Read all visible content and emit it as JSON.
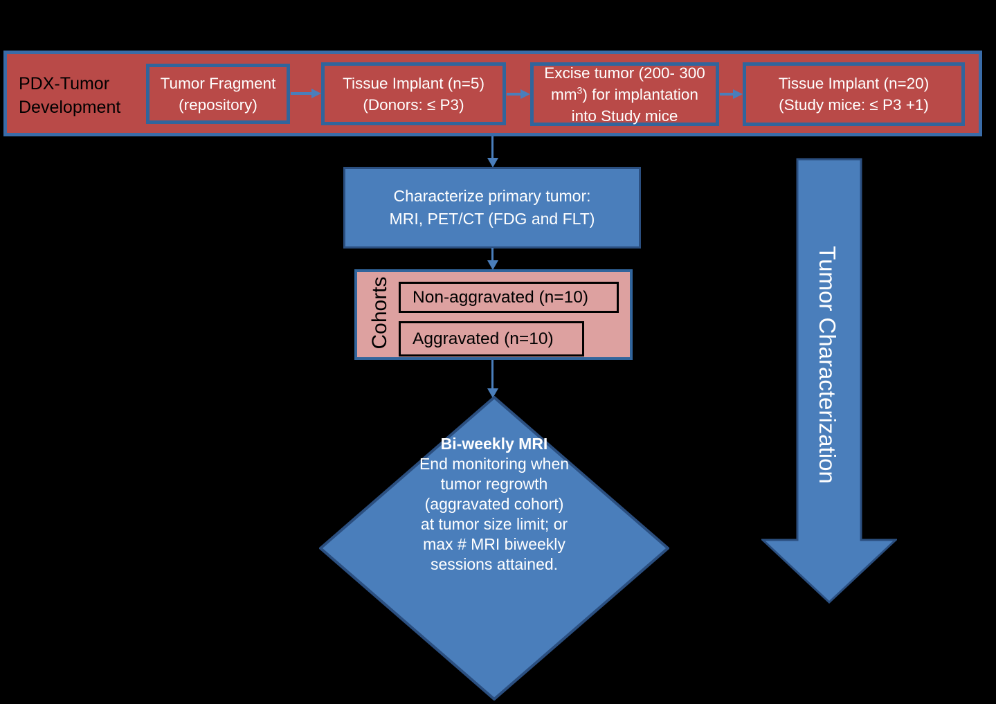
{
  "figure": {
    "title": "PDX tumor development and characterization workflow",
    "colors": {
      "red_fill": "#b94a48",
      "blue_fill": "#4a7ebb",
      "pink_fill": "#dda1a0",
      "blue_border": "#31659c",
      "arrow_blue": "#4a7ebb",
      "background": "#000000",
      "white_text": "#ffffff",
      "black_text": "#000000"
    }
  },
  "banner": {
    "title": "PDX-Tumor\nDevelopment",
    "boxes": [
      {
        "id": "tumor-fragment",
        "text": "Tumor Fragment\n(repository)"
      },
      {
        "id": "tissue-implant-5",
        "text": "Tissue Implant (n=5)\n(Donors: ≤ P3)"
      },
      {
        "id": "excise-tumor",
        "text_before_sup": "Excise tumor (200- 300\nmm",
        "sup": "3",
        "text_after_sup": ") for implantation\ninto Study mice"
      },
      {
        "id": "tissue-implant-20",
        "text": "Tissue Implant (n=20)\n(Study mice: ≤ P3 +1)"
      }
    ]
  },
  "characterize": {
    "text": "Characterize primary tumor:\nMRI, PET/CT (FDG and FLT)"
  },
  "cohorts": {
    "label": "Cohorts",
    "items": [
      {
        "id": "non-aggravated",
        "text": "Non-aggravated (n=10)"
      },
      {
        "id": "aggravated",
        "text": "Aggravated (n=10)"
      }
    ]
  },
  "monitoring": {
    "title": "Bi-weekly MRI",
    "body": "End monitoring when\ntumor regrowth\n(aggravated cohort)\nat tumor size limit; or\nmax # MRI biweekly\nsessions attained."
  },
  "side_arrow": {
    "label": "Tumor Characterization"
  }
}
